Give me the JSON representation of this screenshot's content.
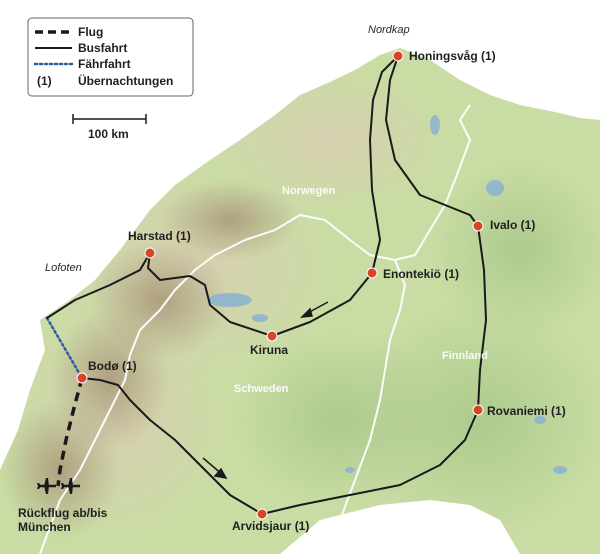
{
  "legend": {
    "flight": "Flug",
    "bus": "Busfahrt",
    "ferry": "Fährfahrt",
    "overnight_symbol": "(1)",
    "overnight": "Übernachtungen"
  },
  "scale": {
    "label": "100 km"
  },
  "places": {
    "nordkap": "Nordkap",
    "honningsvag": "Honingsvåg (1)",
    "ivalo": "Ivalo (1)",
    "enontekio": "Enontekiö (1)",
    "harstad": "Harstad (1)",
    "lofoten": "Lofoten",
    "kiruna": "Kiruna",
    "bodo": "Bodø (1)",
    "rovaniemi": "Rovaniemi (1)",
    "arvidsjaur": "Arvidsjaur (1)",
    "return_flight_line1": "Rückflug ab/bis",
    "return_flight_line2": "München"
  },
  "countries": {
    "norway": "Norwegen",
    "sweden": "Schweden",
    "finland": "Finnland"
  },
  "colors": {
    "sea": "#ffffff",
    "lowland": "#c9dca4",
    "highland": "#d7cdb5",
    "mountain": "#b9aa90",
    "water": "#8fb4cf",
    "route": "#1a1a1a",
    "ferry": "#2f5f9f",
    "stop": "#d9452a",
    "border": "#ffffff"
  }
}
